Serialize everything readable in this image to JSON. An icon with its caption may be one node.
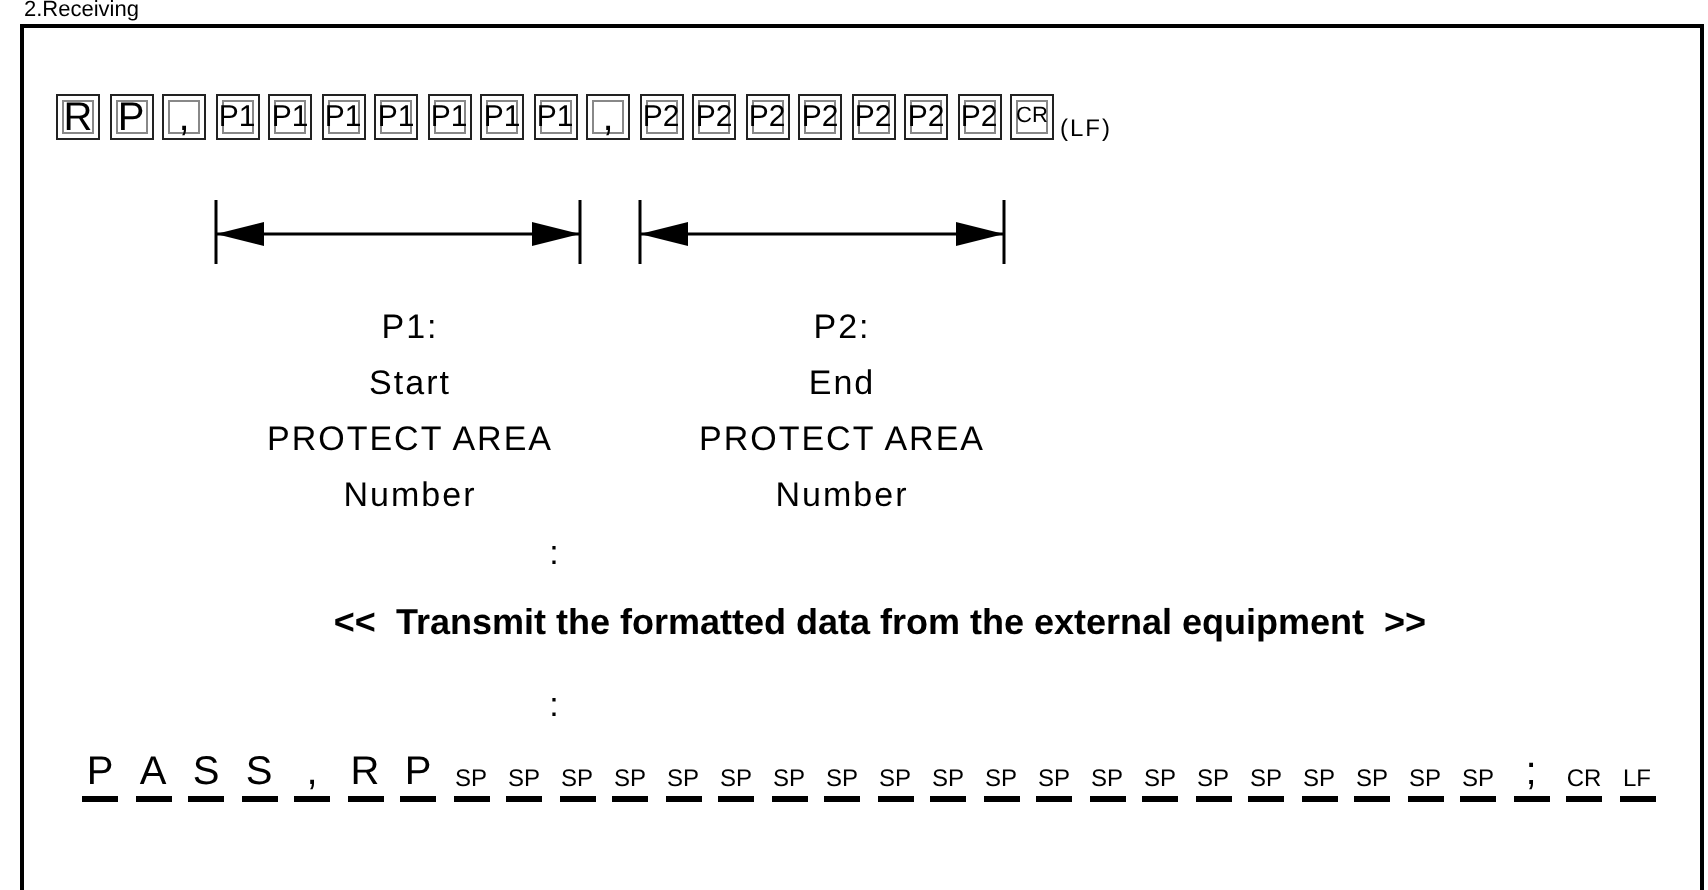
{
  "diagram": {
    "title": "2.Receiving",
    "nodes": [
      {
        "text": [],
        "shape": "box"
      },
      {
        "text": [
          "R"
        ],
        "in": 0
      },
      {
        "text": [
          "P"
        ],
        "in": 0
      },
      {
        "text": [
          ","
        ],
        "in": 0
      },
      {
        "text": [
          "P1"
        ],
        "in": 0
      },
      {
        "text": [
          "P1"
        ],
        "in": 0
      },
      {
        "text": [
          "P1"
        ],
        "in": 0
      },
      {
        "text": [
          "P1"
        ],
        "in": 0
      },
      {
        "text": [
          "P1"
        ],
        "in": 0
      },
      {
        "text": [
          "P1"
        ],
        "in": 0
      },
      {
        "text": [
          "P1"
        ],
        "in": 0
      },
      {
        "text": [
          ","
        ],
        "in": 0
      },
      {
        "text": [
          "P2"
        ],
        "in": 0
      },
      {
        "text": [
          "P2"
        ],
        "in": 0
      },
      {
        "text": [
          "P2"
        ],
        "in": 0
      },
      {
        "text": [
          "P2"
        ],
        "in": 0
      },
      {
        "text": [
          "P2"
        ],
        "in": 0
      },
      {
        "text": [
          "P2"
        ],
        "in": 0
      },
      {
        "text": [
          "P2"
        ],
        "in": 0
      },
      {
        "text": [
          "CR"
        ],
        "in": 0
      }
    ],
    "edges": [],
    "labels": [
      "(LF)",
      "P1:",
      "Start",
      "PROTECT AREA",
      "Number",
      "P2:",
      "End",
      "PROTECT AREA",
      "Number",
      ":",
      "<<  Transmit the formatted data from the external equipment  >>",
      ":",
      "P",
      "A",
      "S",
      "S",
      ",",
      "R",
      "P",
      "SP",
      "SP",
      "SP",
      "SP",
      "SP",
      "SP",
      "SP",
      "SP",
      "SP",
      "SP",
      "SP",
      "SP",
      "SP",
      "SP",
      "SP",
      "SP",
      "SP",
      "SP",
      "SP",
      "SP",
      ";",
      "CR",
      "LF"
    ]
  }
}
